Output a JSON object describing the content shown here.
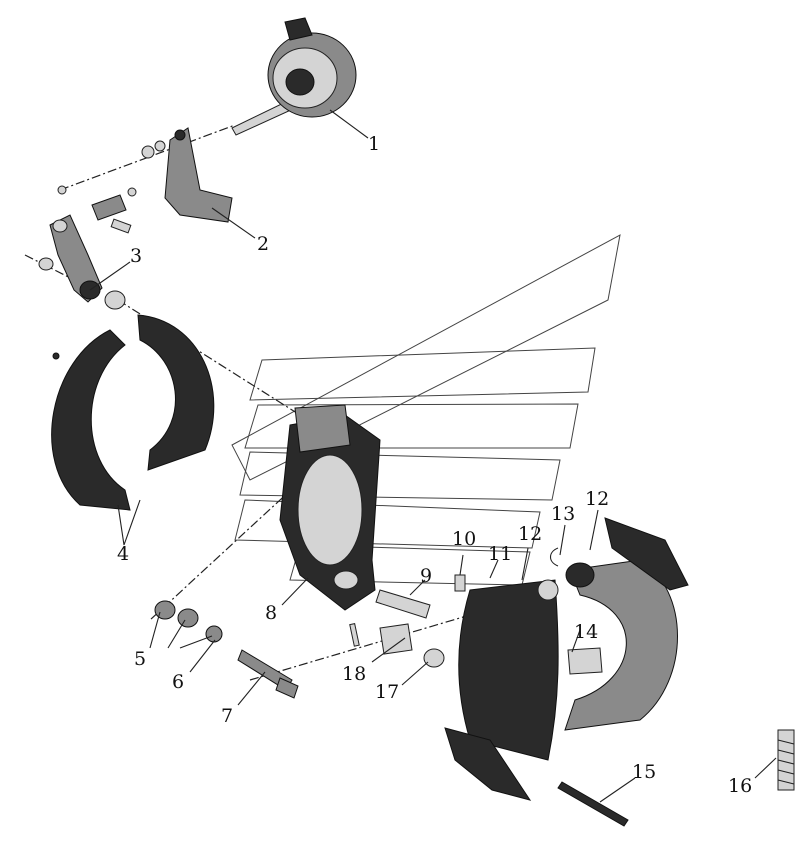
{
  "diagram": {
    "callouts": [
      {
        "id": "p1",
        "text": "1"
      },
      {
        "id": "p2",
        "text": "2"
      },
      {
        "id": "p3",
        "text": "3"
      },
      {
        "id": "p4",
        "text": "4"
      },
      {
        "id": "p5",
        "text": "5"
      },
      {
        "id": "p6",
        "text": "6"
      },
      {
        "id": "p7",
        "text": "7"
      },
      {
        "id": "p8",
        "text": "8"
      },
      {
        "id": "p9",
        "text": "9"
      },
      {
        "id": "p10",
        "text": "10"
      },
      {
        "id": "p11",
        "text": "11"
      },
      {
        "id": "p12a",
        "text": "12"
      },
      {
        "id": "p12b",
        "text": "12"
      },
      {
        "id": "p13",
        "text": "13"
      },
      {
        "id": "p14",
        "text": "14"
      },
      {
        "id": "p15",
        "text": "15"
      },
      {
        "id": "p16",
        "text": "16"
      },
      {
        "id": "p17",
        "text": "17"
      },
      {
        "id": "p18",
        "text": "18"
      }
    ]
  }
}
